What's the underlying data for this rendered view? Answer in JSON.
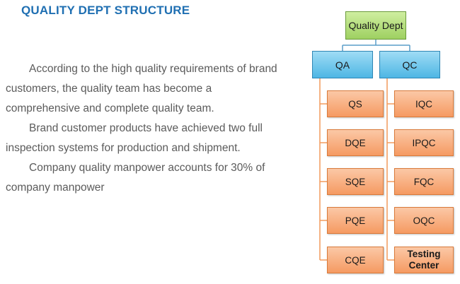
{
  "title": "QUALITY DEPT STRUCTURE",
  "paragraphs": [
    "According to the high quality requirements of brand customers, the quality team has become a comprehensive and complete quality team.",
    "Brand customer products have achieved two full inspection systems for production and shipment.",
    "Company quality manpower accounts for 30% of company manpower"
  ],
  "org": {
    "root": "Quality Dept",
    "qa": {
      "label": "QA",
      "children": [
        "QS",
        "DQE",
        "SQE",
        "PQE",
        "CQE"
      ]
    },
    "qc": {
      "label": "QC",
      "children": [
        "IQC",
        "IPQC",
        "FQC",
        "OQC",
        "Testing Center"
      ]
    }
  },
  "colors": {
    "title": "#1f6fb2",
    "root_fill": "#9ed061",
    "mid_fill": "#4eb6e4",
    "leaf_fill": "#f59a62",
    "connector": "#5a9ec9",
    "leaf_connector": "#f29a5c"
  }
}
